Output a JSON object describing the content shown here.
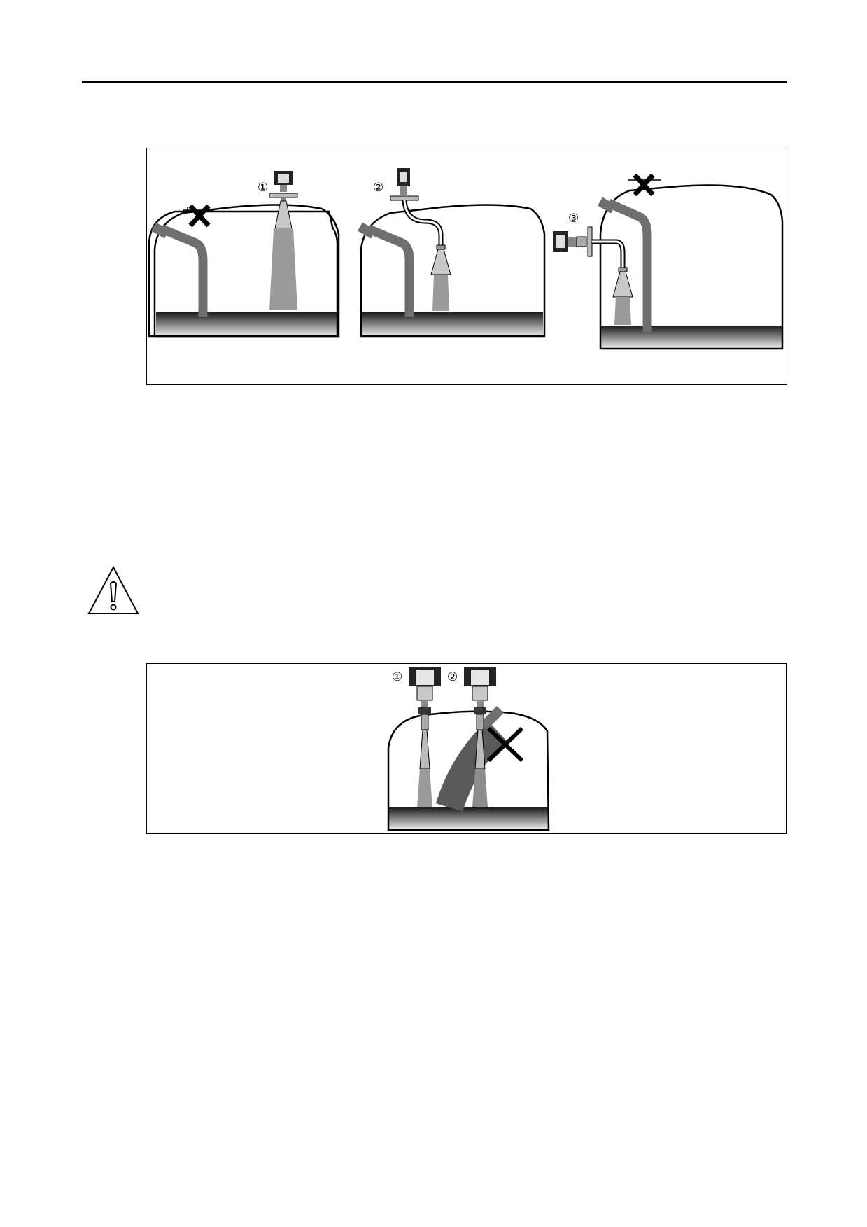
{
  "figure1": {
    "callouts": [
      "①",
      "②",
      "③"
    ]
  },
  "figure2": {
    "callouts": [
      "①",
      "②"
    ]
  },
  "warning": {
    "icon": "warning-triangle-icon"
  },
  "colors": {
    "pipe": "#6f6f6f",
    "beam": "#9a9a9a",
    "cross": "#000000",
    "liquid_top": "#1a1a1a",
    "liquid_bottom": "#f2f2f2"
  }
}
